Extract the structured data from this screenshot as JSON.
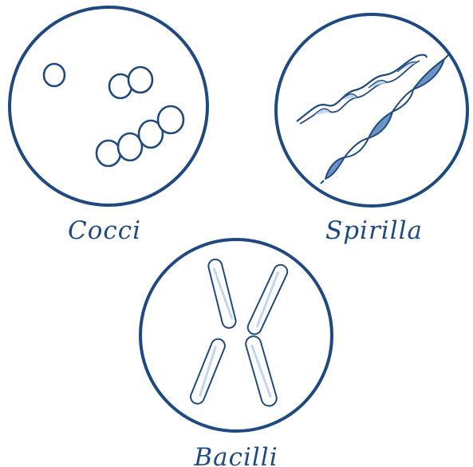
{
  "diagram": {
    "labels": {
      "cocci": "Cocci",
      "spirilla": "Spirilla",
      "bacilli": "Bacilli"
    },
    "colors": {
      "outline": "#1f4a80",
      "cell_stroke": "#1f4a80",
      "fill_light": "#c3d6ee",
      "fill_mid": "#6b93c4"
    }
  }
}
